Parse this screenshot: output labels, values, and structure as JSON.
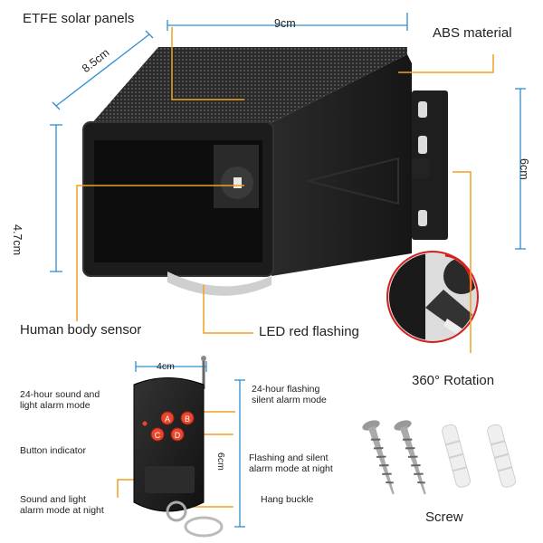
{
  "labels": {
    "solar": "ETFE solar panels",
    "width_top": "9cm",
    "abs": "ABS material",
    "depth": "8.5cm",
    "bracket_height": "6cm",
    "front_height": "4.7cm",
    "human_sensor": "Human body sensor",
    "led": "LED red flashing",
    "rotation": "360° Rotation",
    "remote_width": "4cm",
    "remote_height": "6cm",
    "mode_a_line1": "24-hour sound and",
    "mode_a_line2": "light alarm mode",
    "mode_b_line1": "24-hour flashing",
    "mode_b_line2": "silent alarm mode",
    "button_indicator": "Button indicator",
    "mode_d_line1": "Flashing and silent",
    "mode_d_line2": "alarm mode at night",
    "mode_c_line1": "Sound and light",
    "mode_c_line2": "alarm mode at night",
    "hang_buckle": "Hang buckle",
    "screw": "Screw"
  },
  "remote_buttons": [
    "A",
    "B",
    "C",
    "D"
  ],
  "colors": {
    "dimension_line": "#2f8fd0",
    "leader_line": "#f0a020",
    "device_body": "#1b1b1b",
    "remote_button": "#e8472e",
    "highlight_ring": "#d42020"
  }
}
